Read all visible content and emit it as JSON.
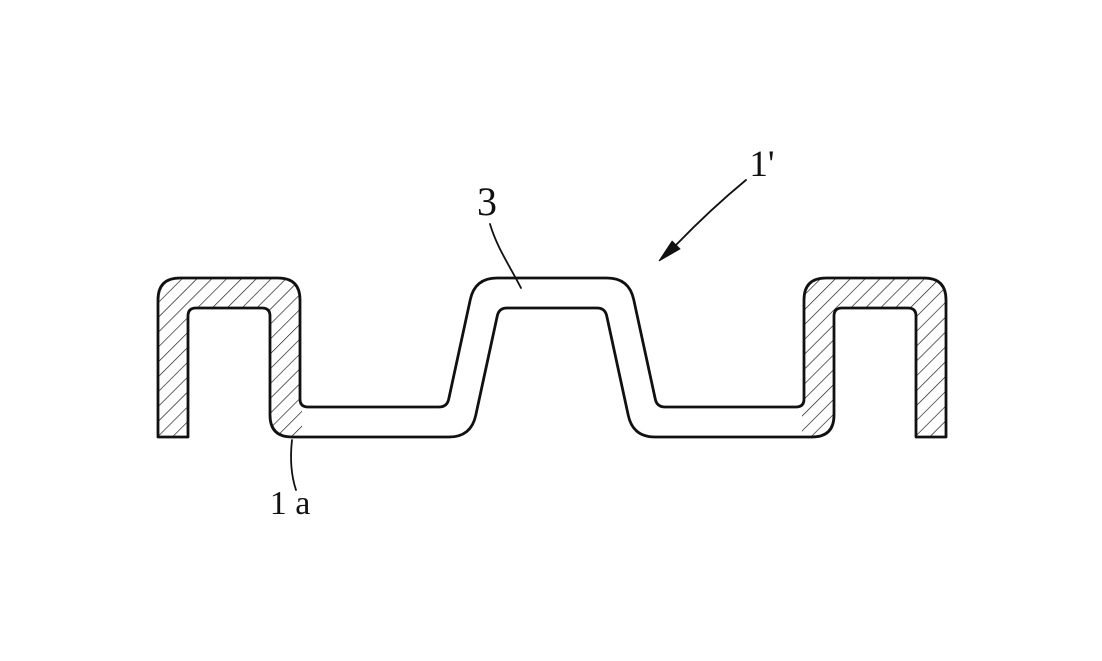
{
  "figure": {
    "background_color": "#ffffff",
    "line_color": "#111111",
    "hatch_style": "diagonal-45",
    "labels": {
      "part_3": "3",
      "part_1_prime": "1'",
      "part_1a": "1 a"
    }
  }
}
